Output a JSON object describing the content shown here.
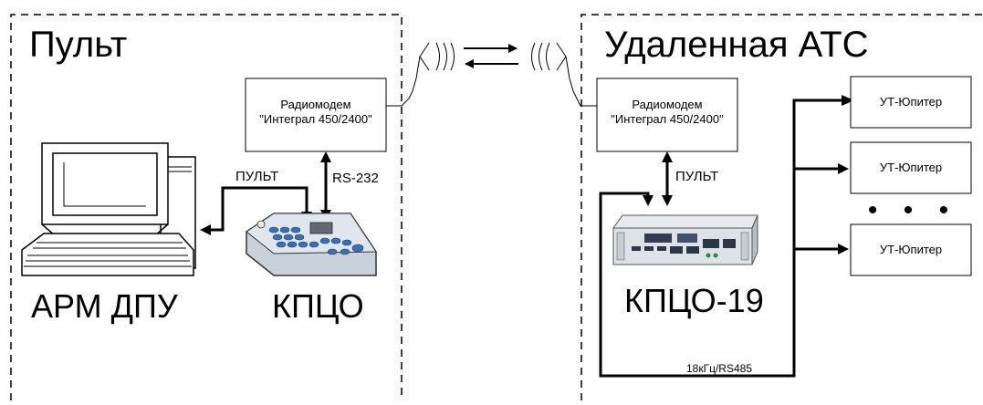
{
  "left_panel": {
    "title": "Пульт",
    "modem": {
      "line1": "Радиомодем",
      "line2": "\"Интеграл 450/2400\""
    },
    "link_rs232": "RS-232",
    "link_pult": "ПУЛЬТ",
    "computer_label": "АРМ ДПУ",
    "console_label": "КПЦО"
  },
  "right_panel": {
    "title": "Удаленная АТС",
    "modem": {
      "line1": "Радиомодем",
      "line2": "\"Интеграл 450/2400\""
    },
    "link_pult": "ПУЛЬТ",
    "rack_label": "КПЦО-19",
    "bus_label": "18кГц/RS485",
    "terminals": [
      "УТ-Юпитер",
      "УТ-Юпитер",
      "УТ-Юпитер"
    ],
    "ellipsis": "• • •"
  }
}
